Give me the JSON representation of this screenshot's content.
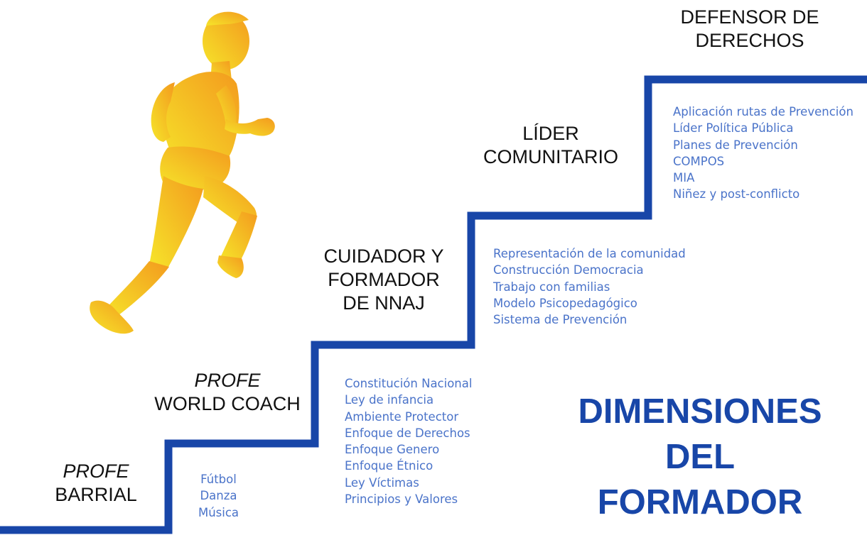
{
  "levels": [
    {
      "italic": "PROFE",
      "title_lines": [
        "BARRIAL"
      ],
      "items": [
        "Fútbol",
        "Danza",
        "Música"
      ]
    },
    {
      "italic": "PROFE",
      "title_lines": [
        "WORLD COACH"
      ],
      "items": [
        "Constitución Nacional",
        "Ley de infancia",
        "Ambiente Protector",
        "Enfoque de Derechos",
        "Enfoque Genero",
        "Enfoque Étnico",
        "Ley Víctimas",
        "Principios y Valores"
      ]
    },
    {
      "title_lines": [
        "CUIDADOR Y",
        "FORMADOR",
        "DE NNAJ"
      ],
      "items": [
        "Representación de la comunidad",
        "Construcción Democracia",
        "Trabajo con familias",
        "Modelo Psicopedagógico",
        "Sistema de Prevención"
      ]
    },
    {
      "title_lines": [
        "LÍDER",
        "COMUNITARIO"
      ],
      "items": [
        "Aplicación rutas de Prevención",
        "Líder Política Pública",
        "Planes de Prevención",
        "COMPOS",
        "MIA",
        "Niñez y post-conflicto"
      ]
    },
    {
      "title_lines": [
        "DEFENSOR DE",
        "DERECHOS"
      ]
    }
  ],
  "main_title": [
    "DIMENSIONES",
    "DEL",
    "FORMADOR"
  ],
  "colors": {
    "stairs": "#1846a8",
    "items_text": "#4a73c9",
    "title": "#1846a8",
    "runner_gradient": [
      "#f6e52a",
      "#f39a1e"
    ]
  },
  "icons": {
    "runner": "running-person-silhouette"
  }
}
